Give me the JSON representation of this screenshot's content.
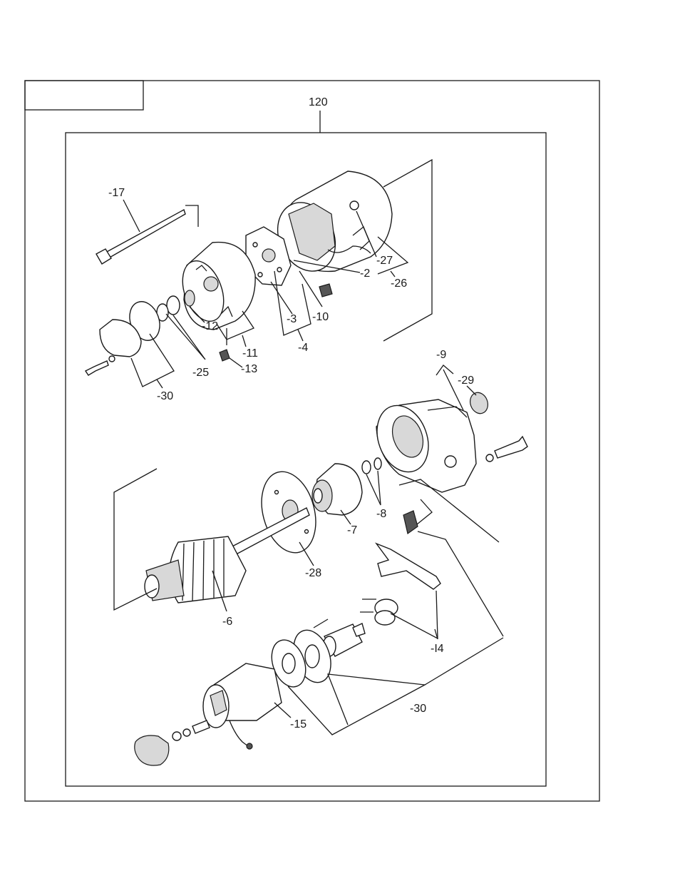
{
  "assembly_number": "120",
  "tag_box_text": "",
  "callouts": {
    "p17": "-17",
    "p27": "-27",
    "p2": "-2",
    "p26": "-26",
    "p12": "-12",
    "p3": "-3",
    "p10": "-10",
    "p11": "-11",
    "p4": "-4",
    "p25": "-25",
    "p13": "-13",
    "p30a": "-30",
    "p9": "-9",
    "p29": "-29",
    "p8": "-8",
    "p7": "-7",
    "p28": "-28",
    "p6": "-6",
    "p14": "-I4",
    "p30b": "-30",
    "p15": "-15"
  }
}
